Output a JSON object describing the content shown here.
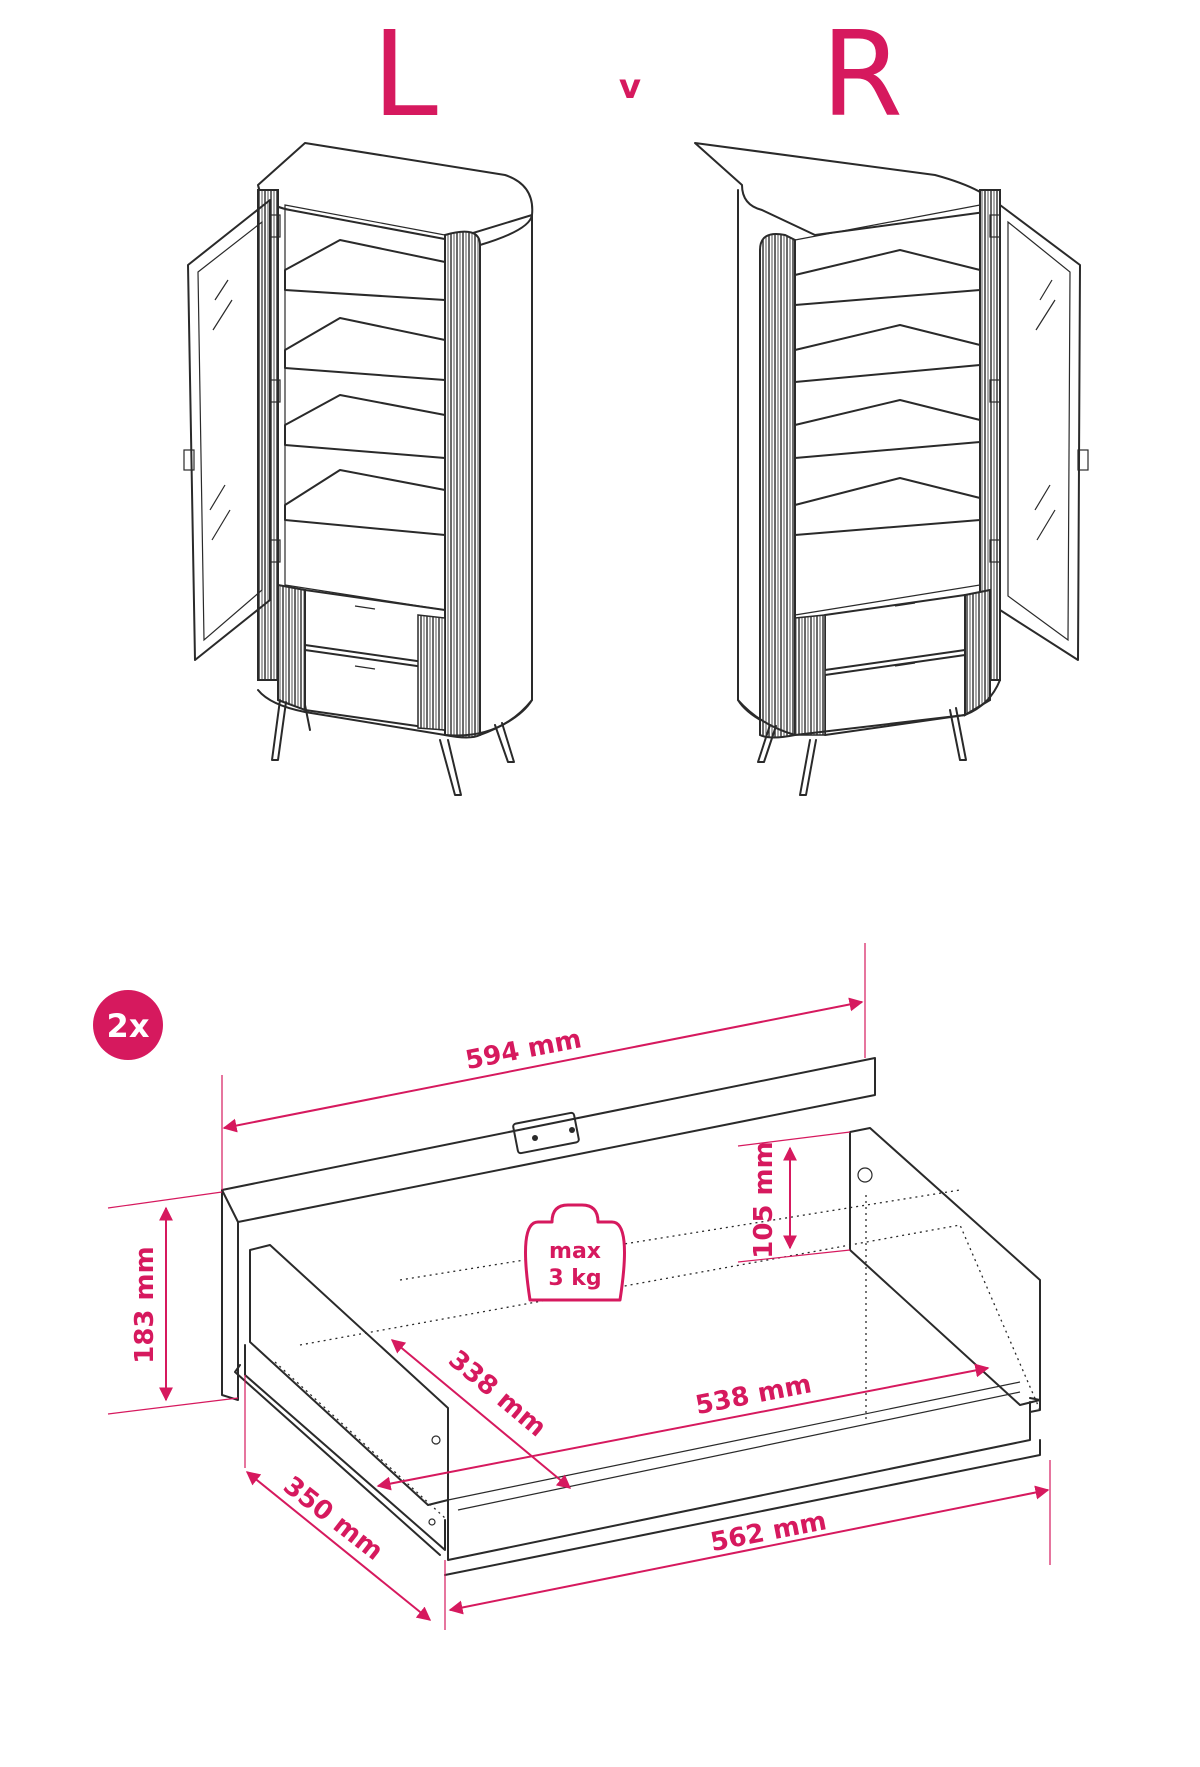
{
  "header": {
    "left_label": "L",
    "separator": "v",
    "right_label": "R"
  },
  "badge": {
    "text": "2x"
  },
  "weight": {
    "line1": "max",
    "line2": "3 kg"
  },
  "dimensions": {
    "width_outer": "594 mm",
    "height_front": "183 mm",
    "height_side": "105 mm",
    "depth_inner": "338 mm",
    "width_inner": "538 mm",
    "depth_outer": "350 mm",
    "width_box": "562 mm"
  },
  "colors": {
    "accent": "#d6195e",
    "line": "#2a2a2a"
  }
}
